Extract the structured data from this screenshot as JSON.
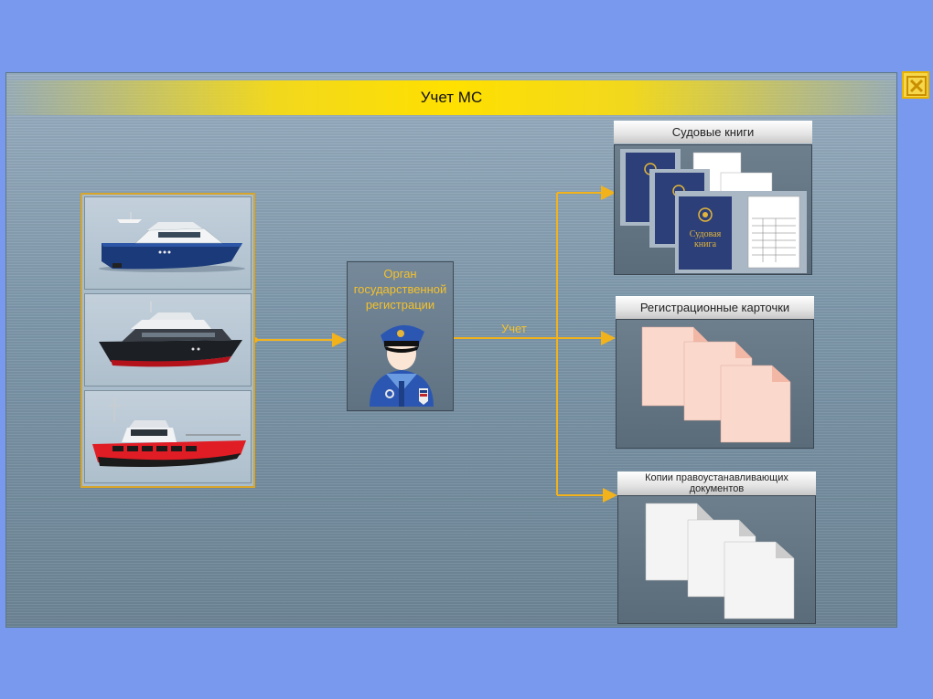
{
  "title": "Учет МС",
  "close_icon": "close-x-icon",
  "vessels": [
    "blue-yacht-icon",
    "black-yacht-icon",
    "red-patrol-boat-icon"
  ],
  "authority": {
    "label_lines": [
      "Орган",
      "государственной",
      "регистрации"
    ],
    "icon": "officer-icon"
  },
  "flow_label": "Учет",
  "records": [
    {
      "title": "Судовые книги",
      "book_label_1": "Судовая",
      "book_label_2": "книга"
    },
    {
      "title": "Регистрационные карточки"
    },
    {
      "title": "Копии правоустанавливающих документов"
    }
  ],
  "colors": {
    "accent": "#f4c12a",
    "title_bar": "#ffe000",
    "background": "#7899ee"
  }
}
